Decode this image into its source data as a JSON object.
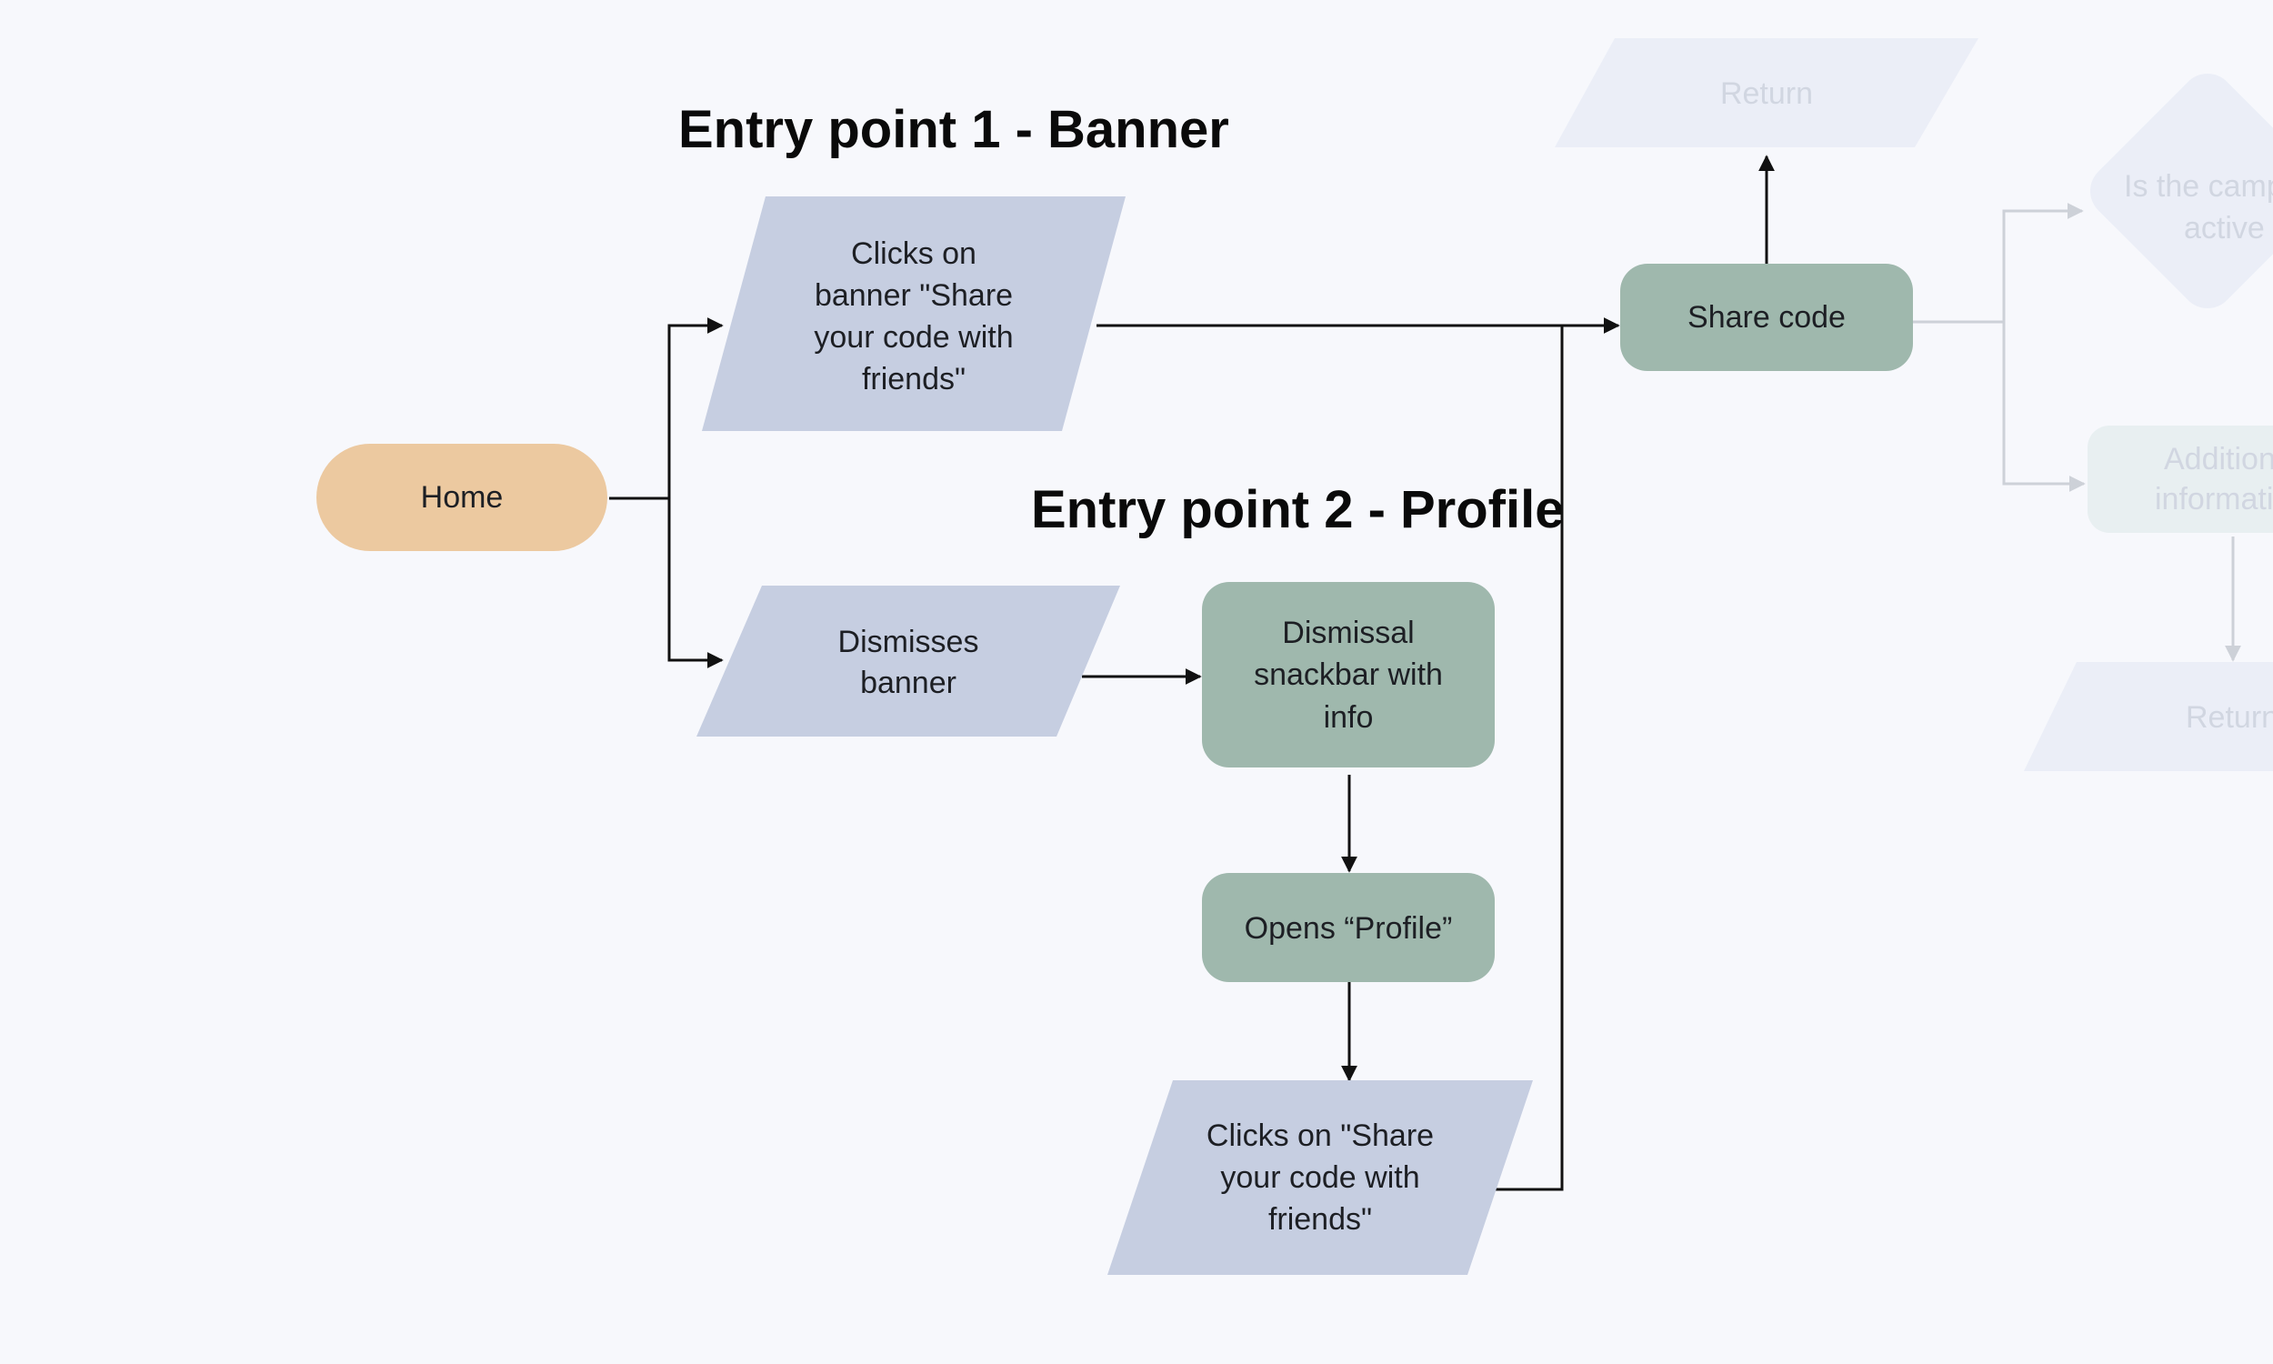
{
  "headings": {
    "entry_1": "Entry point 1 - Banner",
    "entry_2": "Entry point 2 - Profile"
  },
  "nodes": {
    "home": "Home",
    "clicks_banner": [
      "Clicks on",
      "banner \"Share",
      "your code with",
      "friends\""
    ],
    "dismisses_banner": [
      "Dismisses",
      "banner"
    ],
    "dismissal_snackbar": [
      "Dismissal",
      "snackbar with",
      "info"
    ],
    "opens_profile": "Opens “Profile”",
    "clicks_share_profile": [
      "Clicks on \"Share",
      "your code with",
      "friends\""
    ],
    "share_code": "Share code",
    "return_top": "Return"
  },
  "faded_nodes": {
    "is_campaign_active": [
      "Is the camp",
      "active"
    ],
    "additional_info": [
      "Addition",
      "informati"
    ],
    "return_right": "Return"
  },
  "colors": {
    "background": "#f7f8fc",
    "terminal": "#ecc9a0",
    "input_output": "#c6cee1",
    "process": "#9fb8ad",
    "connector": "#111111",
    "faded_connector": "#c8ccd4",
    "faded_shape": "#e9edf7",
    "faded_process": "#e6eef0"
  }
}
